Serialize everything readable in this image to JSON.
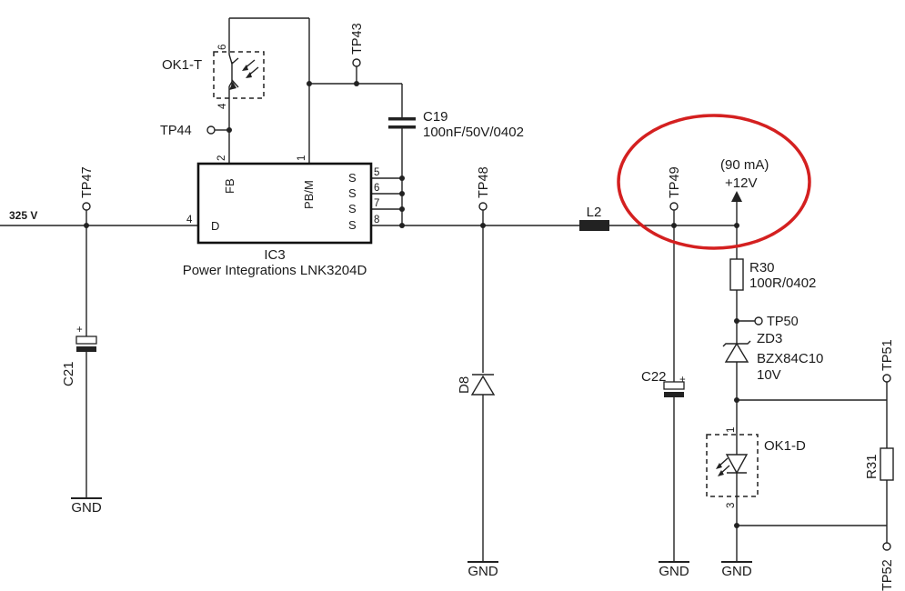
{
  "ic3": {
    "ref": "IC3",
    "part": "Power Integrations LNK3204D",
    "pins": {
      "fb": "FB",
      "pbm": "PB/M",
      "d": "D",
      "s": "S"
    },
    "pin_numbers": {
      "p1": "1",
      "p2": "2",
      "p4": "4",
      "p5": "5",
      "p6": "6",
      "p7": "7",
      "p8": "8"
    }
  },
  "ok1t": {
    "ref": "OK1-T",
    "pin_a": "6",
    "pin_b": "4"
  },
  "ok1d": {
    "ref": "OK1-D",
    "pin_a": "1",
    "pin_b": "3"
  },
  "c19": {
    "ref": "C19",
    "value": "100nF/50V/0402"
  },
  "c21": {
    "ref": "C21",
    "polarity": "+"
  },
  "c22": {
    "ref": "C22",
    "polarity": "+"
  },
  "d8": {
    "ref": "D8"
  },
  "l2": {
    "ref": "L2"
  },
  "r30": {
    "ref": "R30",
    "value": "100R/0402"
  },
  "r31": {
    "ref": "R31"
  },
  "zd3": {
    "ref": "ZD3",
    "part": "BZX84C10",
    "voltage": "10V"
  },
  "testpoints": {
    "tp43": "TP43",
    "tp44": "TP44",
    "tp47": "TP47",
    "tp48": "TP48",
    "tp49": "TP49",
    "tp50": "TP50",
    "tp51": "TP51",
    "tp52": "TP52"
  },
  "nets": {
    "input": "325 V",
    "input_color": "#cc1111",
    "output": "+12V",
    "output_current": "(90 mA)",
    "gnd": "GND"
  },
  "highlight": {
    "color": "#d42020"
  }
}
